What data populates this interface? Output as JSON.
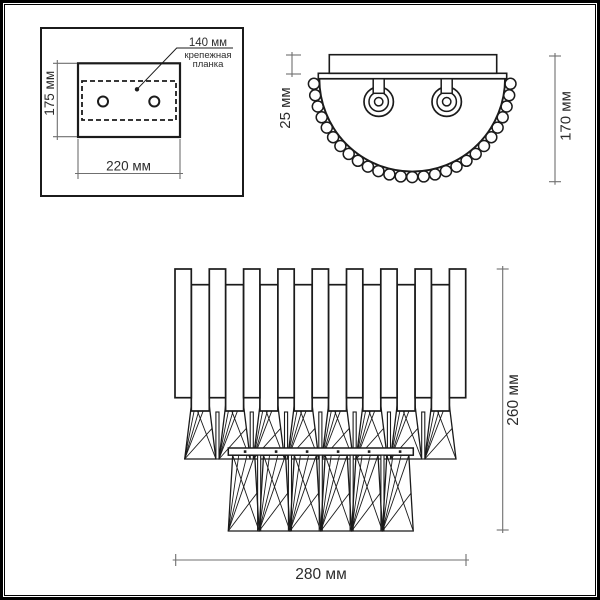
{
  "colors": {
    "outline": "#1b1b1b",
    "dimension_line": "#6f6f6f",
    "dimension_text": "#2c2c2c",
    "background": "#ffffff",
    "frame": "#000000"
  },
  "backplate_view": {
    "height_label": "175 мм",
    "width_label": "220 мм",
    "callout_value": "140 мм",
    "callout_name_1": "крепежная",
    "callout_name_2": "планка",
    "hole_count": 2
  },
  "top_view": {
    "depth_label": "25 мм",
    "height_label": "170 мм",
    "socket_count": 2,
    "bead_count": 27
  },
  "front_view": {
    "width_label": "280 мм",
    "height_label": "260 мм",
    "tall_bar_count": 9,
    "short_bar_count": 8,
    "upper_prism_count": 8,
    "lower_prism_count": 6,
    "band_dot_count": 6
  }
}
